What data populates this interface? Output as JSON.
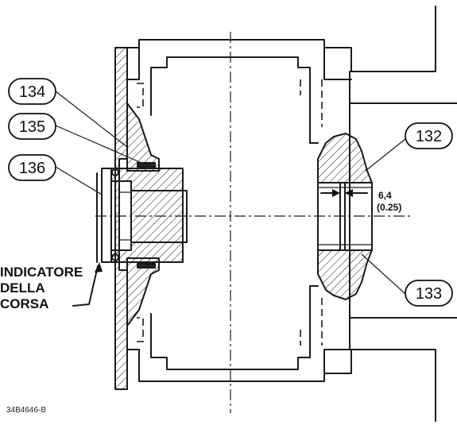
{
  "callouts": [
    {
      "number": "134"
    },
    {
      "number": "135"
    },
    {
      "number": "136"
    },
    {
      "number": "132"
    },
    {
      "number": "133"
    }
  ],
  "indicator_label": [
    "INDICATORE",
    "DELLA",
    "CORSA"
  ],
  "dimension": {
    "metric": "6,4",
    "imperial": "(0.25)"
  },
  "drawing_id": "34B4646-B"
}
